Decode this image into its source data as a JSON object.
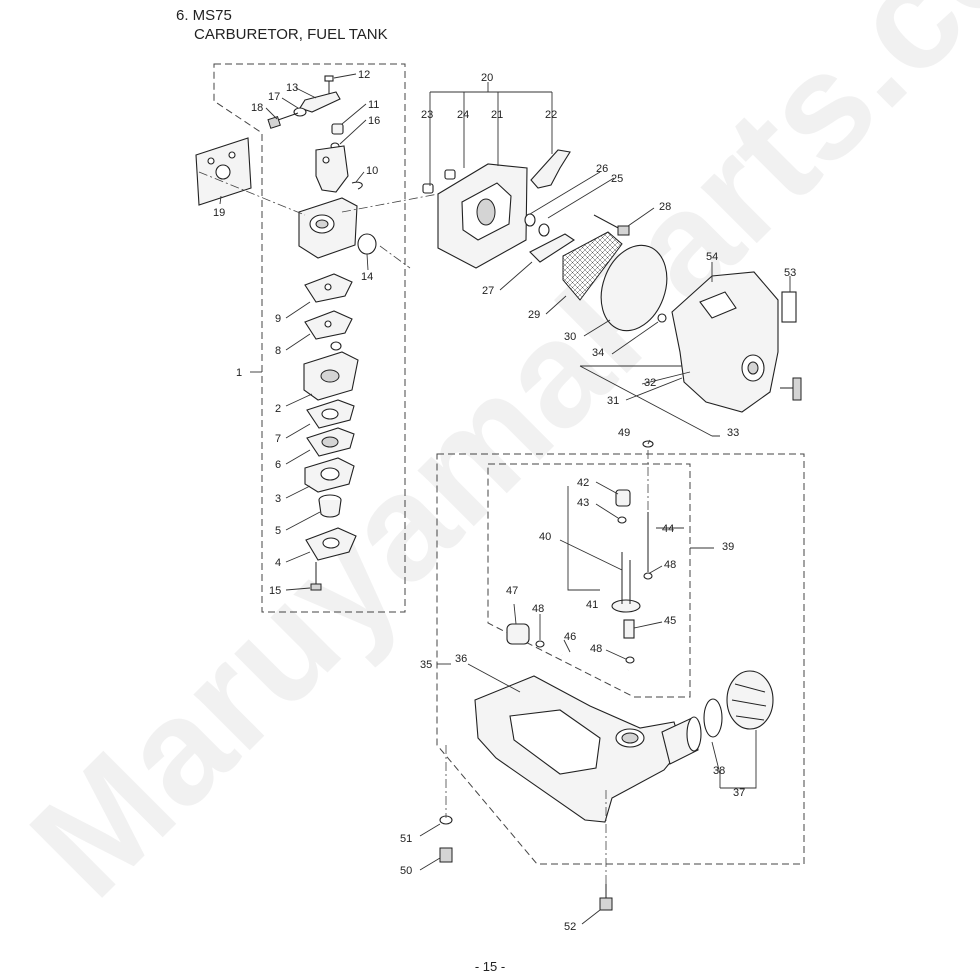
{
  "heading": {
    "model": "6. MS75",
    "section": "CARBURETOR, FUEL TANK"
  },
  "page_number": "- 15 -",
  "watermark": "MaruyamaParts.com",
  "callouts": {
    "p1": "1",
    "p2": "2",
    "p3": "3",
    "p4": "4",
    "p5": "5",
    "p6": "6",
    "p7": "7",
    "p8": "8",
    "p9": "9",
    "p10": "10",
    "p11": "11",
    "p12": "12",
    "p13": "13",
    "p14": "14",
    "p15": "15",
    "p16": "16",
    "p17": "17",
    "p18": "18",
    "p19": "19",
    "p20": "20",
    "p21": "21",
    "p22": "22",
    "p23": "23",
    "p24": "24",
    "p25": "25",
    "p26": "26",
    "p27": "27",
    "p28": "28",
    "p29": "29",
    "p30": "30",
    "p31": "31",
    "p32": "32",
    "p33": "33",
    "p34": "34",
    "p35": "35",
    "p36": "36",
    "p37": "37",
    "p38": "38",
    "p39": "39",
    "p40": "40",
    "p41": "41",
    "p42": "42",
    "p43": "43",
    "p44": "44",
    "p45": "45",
    "p46": "46",
    "p47": "47",
    "p48a": "48",
    "p48b": "48",
    "p48c": "48",
    "p49": "49",
    "p50": "50",
    "p51": "51",
    "p52": "52",
    "p53": "53",
    "p54": "54"
  }
}
